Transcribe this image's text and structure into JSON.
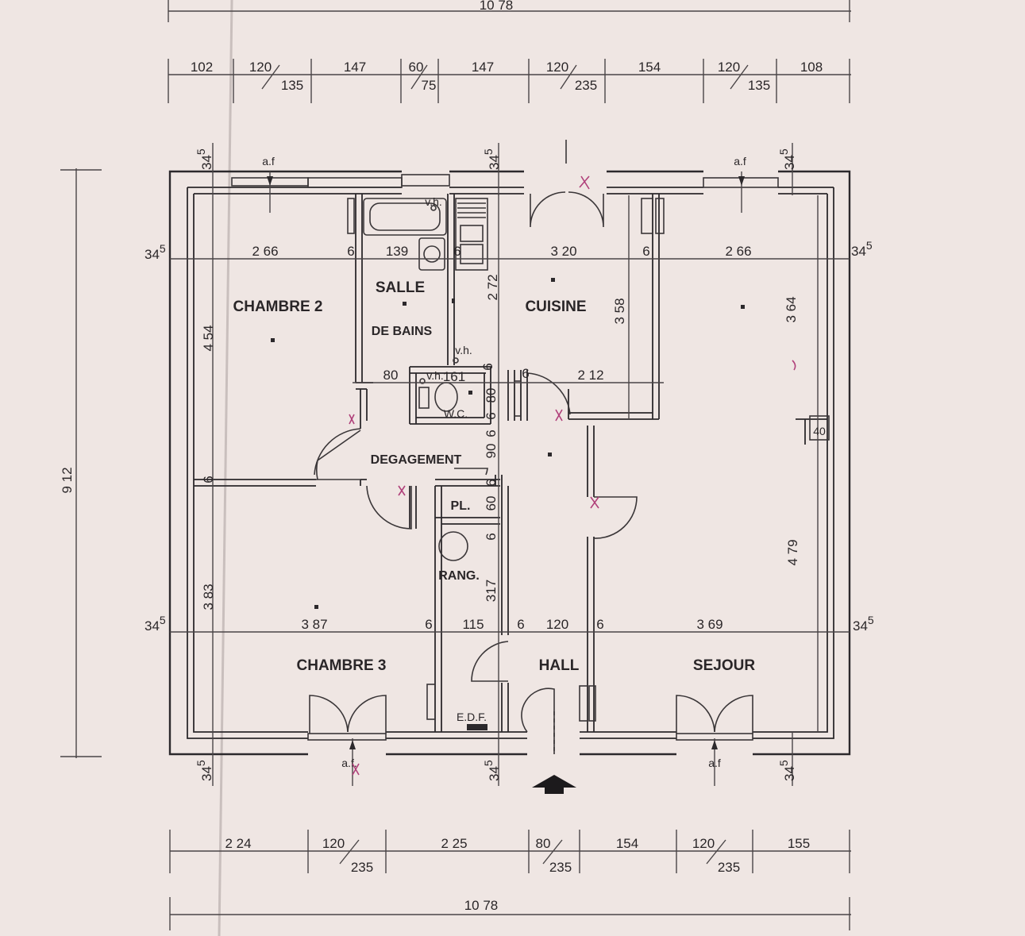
{
  "rooms": {
    "chambre2": "CHAMBRE 2",
    "salle": "SALLE",
    "de_bains": "DE BAINS",
    "cuisine": "CUISINE",
    "degagement": "DEGAGEMENT",
    "wc": "W.C.",
    "pl": "PL.",
    "rang": "RANG.",
    "chambre3": "CHAMBRE 3",
    "hall": "HALL",
    "sejour": "SEJOUR",
    "edf": "E.D.F."
  },
  "labels": {
    "vh1": "v.h.",
    "vh2": "v.h.",
    "vh3": "v.h.",
    "af_top_left": "a.f",
    "af_top_right": "a.f",
    "af_bottom_left": "a.f.",
    "af_bottom_right": "a.f"
  },
  "dims": {
    "top_total": "10 78",
    "top": [
      "102",
      "120",
      "135",
      "147",
      "60",
      "75",
      "147",
      "120",
      "235",
      "154",
      "120",
      "135",
      "108"
    ],
    "wall_34": [
      "34",
      "34",
      "34",
      "34",
      "34",
      "34",
      "34",
      "34",
      "34",
      "34"
    ],
    "wall_5": [
      "5",
      "5",
      "5",
      "5",
      "5",
      "5",
      "5",
      "5",
      "5",
      "5"
    ],
    "upper_row": [
      "2 66",
      "6",
      "139",
      "6",
      "3 20",
      "6",
      "2 66"
    ],
    "lower_row": [
      "3 87",
      "6",
      "115",
      "6",
      "120",
      "6",
      "3 69"
    ],
    "left_total": "9 12",
    "chambre2_h": "4 54",
    "chambre2_sep": "6",
    "chambre3_h": "3 83",
    "sdb_h": "2 72",
    "cuisine_h": "3 58",
    "right_upper_h": "3 64",
    "right_lower_h": "4 79",
    "right_40": "40",
    "wc_row": [
      "80",
      "161",
      "6",
      "6",
      "2 12"
    ],
    "mid_v": [
      "6",
      "80",
      "6",
      "90",
      "6",
      "60",
      "6",
      "317"
    ],
    "bottom": [
      "2 24",
      "120",
      "235",
      "2 25",
      "80",
      "235",
      "154",
      "120",
      "235",
      "155"
    ],
    "bottom_total": "10 78"
  }
}
